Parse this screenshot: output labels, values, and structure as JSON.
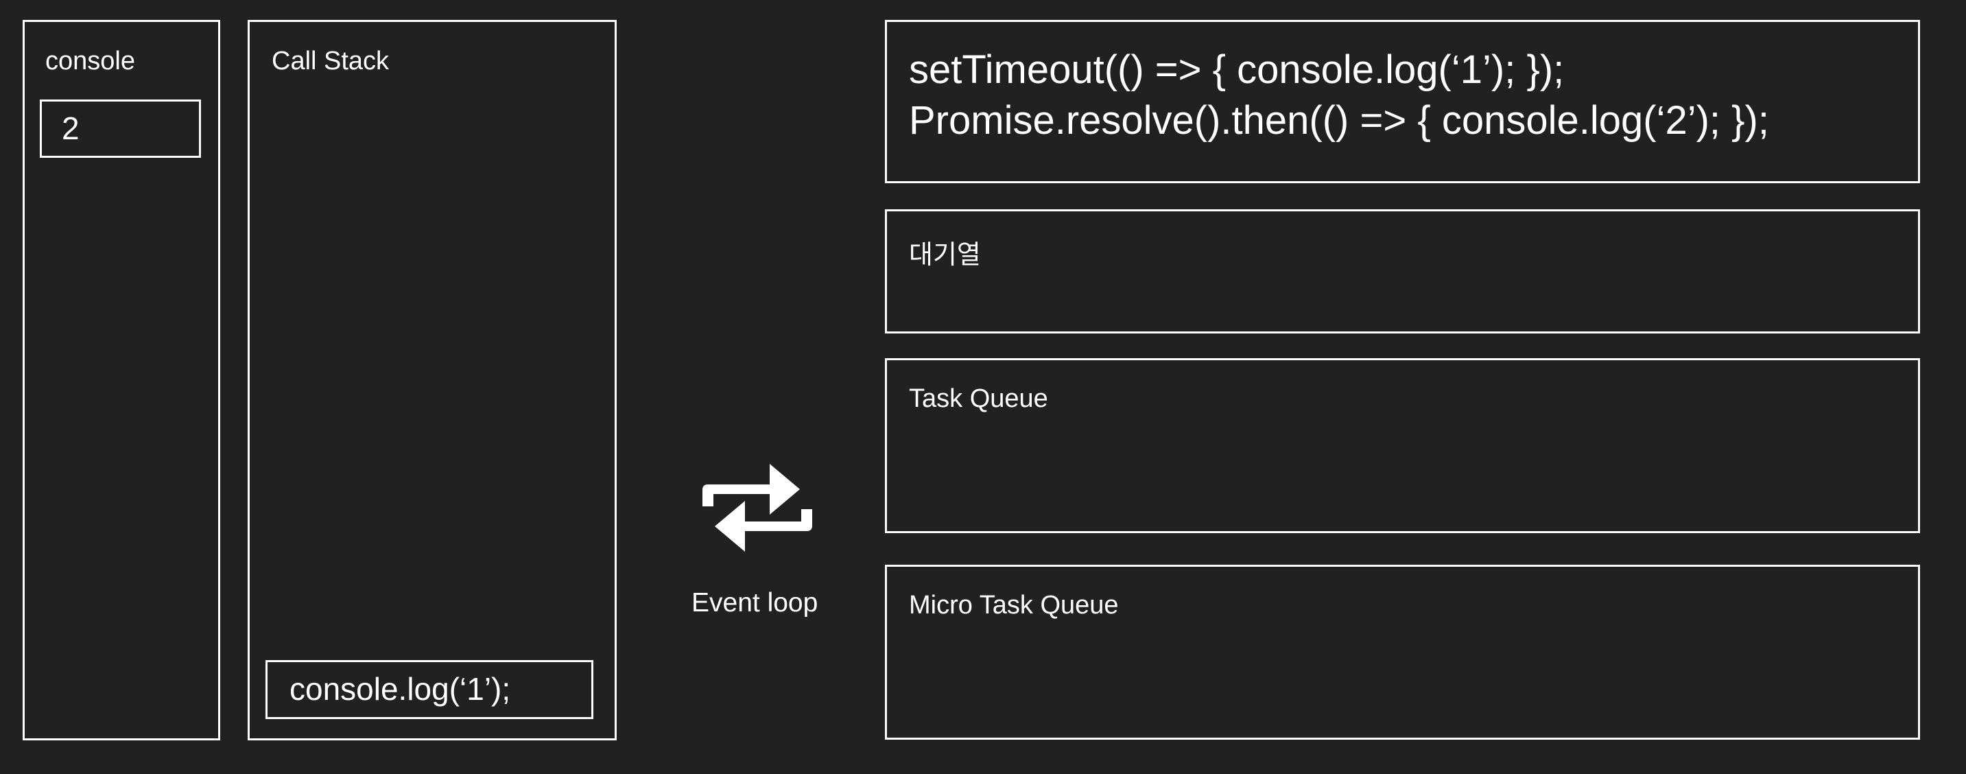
{
  "console": {
    "title": "console",
    "output": [
      "2"
    ]
  },
  "call_stack": {
    "title": "Call Stack",
    "frames": [
      "console.log(‘1’);"
    ]
  },
  "event_loop": {
    "label": "Event loop",
    "icon": "repeat-arrows-icon"
  },
  "code": {
    "lines": [
      "setTimeout(() => { console.log(‘1’); });",
      "Promise.resolve().then(() => { console.log(‘2’); });"
    ]
  },
  "waiting": {
    "title": "대기열"
  },
  "task_queue": {
    "title": "Task Queue",
    "items": []
  },
  "micro_task_queue": {
    "title": "Micro Task Queue",
    "items": []
  },
  "colors": {
    "background": "#212121",
    "foreground": "#ffffff"
  }
}
